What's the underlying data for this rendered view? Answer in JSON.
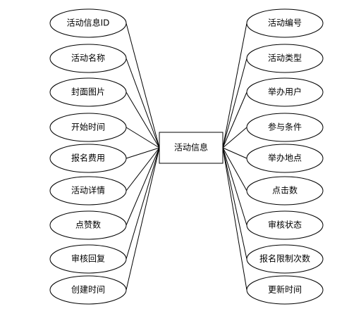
{
  "entity": {
    "label": "活动信息"
  },
  "attributes_left": [
    {
      "label": "活动信息ID"
    },
    {
      "label": "活动名称"
    },
    {
      "label": "封面图片"
    },
    {
      "label": "开始时间"
    },
    {
      "label": "报名费用"
    },
    {
      "label": "活动详情"
    },
    {
      "label": "点赞数"
    },
    {
      "label": "审核回复"
    },
    {
      "label": "创建时间"
    }
  ],
  "attributes_right": [
    {
      "label": "活动编号"
    },
    {
      "label": "活动类型"
    },
    {
      "label": "举办用户"
    },
    {
      "label": "参与条件"
    },
    {
      "label": "举办地点"
    },
    {
      "label": "点击数"
    },
    {
      "label": "审核状态"
    },
    {
      "label": "报名限制次数"
    },
    {
      "label": "更新时间"
    }
  ]
}
